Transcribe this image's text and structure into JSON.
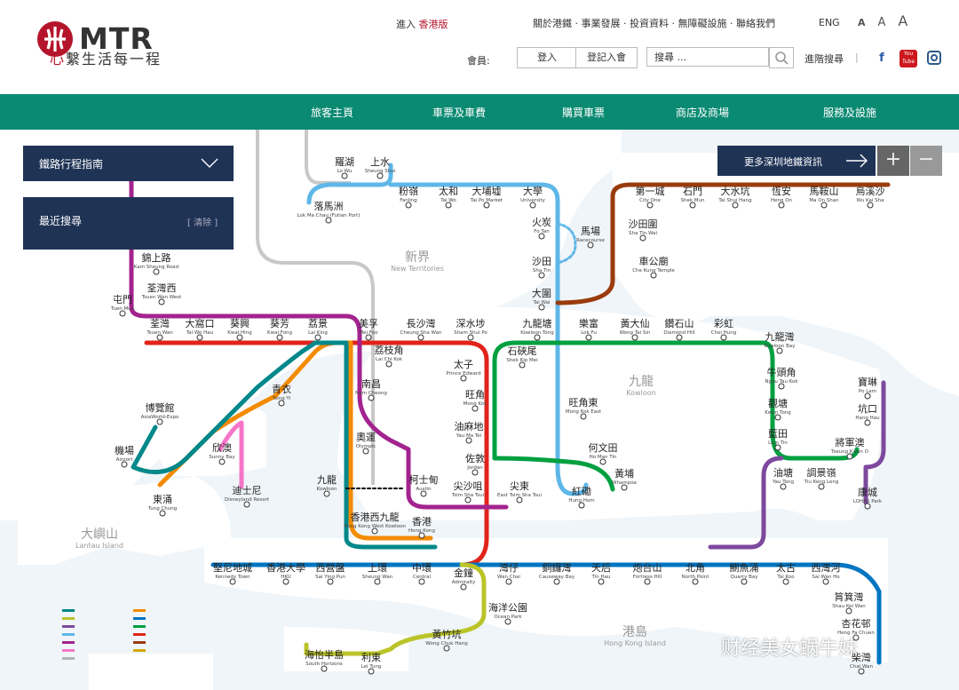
{
  "header": {
    "brand": "MTR",
    "slogan_accent": "心",
    "slogan_rest": "繫生活每一程",
    "lang_switch_prefix": "進入",
    "lang_switch_version": "香港版",
    "top_links": "關於港鐵 · 事業發展 · 投資資料 · 無障礙設施 · 聯絡我們",
    "lang_eng": "ENG",
    "font_sizes": [
      "A",
      "A",
      "A"
    ],
    "member_label": "會員:",
    "login_label": "登入",
    "register_label": "登記入會",
    "search_placeholder": "搜尋 ...",
    "advanced_search": "進階搜尋",
    "social": {
      "facebook": "f",
      "youtube": "You Tube",
      "instagram": "instagram-icon"
    }
  },
  "nav": {
    "items": [
      "旅客主頁",
      "車票及車費",
      "購買車票",
      "商店及商場",
      "服務及設施"
    ]
  },
  "panels": {
    "route_guide": "鐵路行程指南",
    "recent_search": "最近搜尋",
    "clear": "[ 清除 ]",
    "shenzhen": "更多深圳地鐵資訊",
    "zoom_in": "+",
    "zoom_out": "−"
  },
  "colors": {
    "brand_red": "#b5152b",
    "nav_green": "#0b8a72",
    "panel_navy": "#1f3355",
    "east_rail": "#5eb7e8",
    "tsuen_wan": "#e2231a",
    "kwun_tong": "#00a040",
    "island": "#0075c2",
    "tung_chung": "#f38b00",
    "tseung_kwan_o": "#7d499d",
    "west_rail": "#a3238f",
    "ma_on_shan": "#9a3b0c",
    "disneyland": "#f575c9",
    "airport_express": "#00888a",
    "south_island": "#bac429",
    "light_rail": "#d3a809",
    "high_speed": "#b3b3b3"
  },
  "map": {
    "region_labels": [
      {
        "zh": "新界",
        "en": "New Territories"
      },
      {
        "zh": "九龍",
        "en": "Kowloon"
      },
      {
        "zh": "大嶼山",
        "en": "Lantau Island"
      },
      {
        "zh": "港島",
        "en": "Hong Kong Island"
      }
    ],
    "stations": [
      {
        "zh": "羅湖",
        "en": "Lo Wu"
      },
      {
        "zh": "上水",
        "en": "Sheung Shui"
      },
      {
        "zh": "粉嶺",
        "en": "Fanling"
      },
      {
        "zh": "太和",
        "en": "Tai Wo"
      },
      {
        "zh": "大埔墟",
        "en": "Tai Po Market"
      },
      {
        "zh": "大學",
        "en": "University"
      },
      {
        "zh": "落馬洲",
        "en": "Lok Ma Chau (Futian Port)"
      },
      {
        "zh": "火炭",
        "en": "Fo Tan"
      },
      {
        "zh": "馬場",
        "en": "Racecourse"
      },
      {
        "zh": "沙田",
        "en": "Sha Tin"
      },
      {
        "zh": "大圍",
        "en": "Tai Wai"
      },
      {
        "zh": "第一城",
        "en": "City One"
      },
      {
        "zh": "石門",
        "en": "Shek Mun"
      },
      {
        "zh": "大水坑",
        "en": "Tai Shui Hang"
      },
      {
        "zh": "恆安",
        "en": "Heng On"
      },
      {
        "zh": "馬鞍山",
        "en": "Ma On Shan"
      },
      {
        "zh": "烏溪沙",
        "en": "Wu Kai Sha"
      },
      {
        "zh": "沙田圍",
        "en": "Sha Tin Wai"
      },
      {
        "zh": "車公廟",
        "en": "Che Kung Temple"
      },
      {
        "zh": "錦上路",
        "en": "Kam Sheung Road"
      },
      {
        "zh": "荃灣西",
        "en": "Tsuen Wan West"
      },
      {
        "zh": "屯門",
        "en": "Tuen Mun"
      },
      {
        "zh": "荃灣",
        "en": "Tsuen Wan"
      },
      {
        "zh": "大窩口",
        "en": "Tai Wo Hau"
      },
      {
        "zh": "葵興",
        "en": "Kwai Hing"
      },
      {
        "zh": "葵芳",
        "en": "Kwai Fong"
      },
      {
        "zh": "荔景",
        "en": "Lai King"
      },
      {
        "zh": "美孚",
        "en": "Mei Foo"
      },
      {
        "zh": "長沙灣",
        "en": "Cheung Sha Wan"
      },
      {
        "zh": "深水埗",
        "en": "Sham Shui Po"
      },
      {
        "zh": "九龍塘",
        "en": "Kowloon Tong"
      },
      {
        "zh": "樂富",
        "en": "Lok Fu"
      },
      {
        "zh": "黃大仙",
        "en": "Wong Tai Sin"
      },
      {
        "zh": "鑽石山",
        "en": "Diamond Hill"
      },
      {
        "zh": "彩虹",
        "en": "Choi Hung"
      },
      {
        "zh": "九龍灣",
        "en": "Kowloon Bay"
      },
      {
        "zh": "荔枝角",
        "en": "Lai Chi Kok"
      },
      {
        "zh": "石硤尾",
        "en": "Shek Kip Mei"
      },
      {
        "zh": "太子",
        "en": "Prince Edward"
      },
      {
        "zh": "牛頭角",
        "en": "Ngau Tau Kok"
      },
      {
        "zh": "觀塘",
        "en": "Kwun Tong"
      },
      {
        "zh": "藍田",
        "en": "Lam Tin"
      },
      {
        "zh": "寶琳",
        "en": "Po Lam"
      },
      {
        "zh": "坑口",
        "en": "Hang Hau"
      },
      {
        "zh": "將軍澳",
        "en": "Tseung Kwan O"
      },
      {
        "zh": "油塘",
        "en": "Yau Tong"
      },
      {
        "zh": "調景嶺",
        "en": "Tiu Keng Leng"
      },
      {
        "zh": "康城",
        "en": "LOHAS Park"
      },
      {
        "zh": "青衣",
        "en": "Tsing Yi"
      },
      {
        "zh": "南昌",
        "en": "Nam Cheong"
      },
      {
        "zh": "旺角",
        "en": "Mong Kok"
      },
      {
        "zh": "旺角東",
        "en": "Mong Kok East"
      },
      {
        "zh": "博覽館",
        "en": "AsiaWorld-Expo"
      },
      {
        "zh": "機場",
        "en": "Airport"
      },
      {
        "zh": "欣澳",
        "en": "Sunny Bay"
      },
      {
        "zh": "迪士尼",
        "en": "Disneyland Resort"
      },
      {
        "zh": "東涌",
        "en": "Tung Chung"
      },
      {
        "zh": "奧運",
        "en": "Olympic"
      },
      {
        "zh": "油麻地",
        "en": "Yau Ma Tei"
      },
      {
        "zh": "何文田",
        "en": "Ho Man Tin"
      },
      {
        "zh": "黃埔",
        "en": "Whampoa"
      },
      {
        "zh": "佐敦",
        "en": "Jordan"
      },
      {
        "zh": "柯士甸",
        "en": "Austin"
      },
      {
        "zh": "九龍",
        "en": "Kowloon"
      },
      {
        "zh": "尖沙咀",
        "en": "Tsim Sha Tsui"
      },
      {
        "zh": "尖東",
        "en": "East Tsim Sha Tsui"
      },
      {
        "zh": "紅磡",
        "en": "Hung Hom"
      },
      {
        "zh": "香港西九龍",
        "en": "Hong Kong West Kowloon"
      },
      {
        "zh": "香港",
        "en": "Hong Kong"
      },
      {
        "zh": "堅尼地城",
        "en": "Kennedy Town"
      },
      {
        "zh": "香港大學",
        "en": "HKU"
      },
      {
        "zh": "西營盤",
        "en": "Sai Ying Pun"
      },
      {
        "zh": "上環",
        "en": "Sheung Wan"
      },
      {
        "zh": "中環",
        "en": "Central"
      },
      {
        "zh": "金鐘",
        "en": "Admiralty"
      },
      {
        "zh": "灣仔",
        "en": "Wan Chai"
      },
      {
        "zh": "銅鑼灣",
        "en": "Causeway Bay"
      },
      {
        "zh": "天后",
        "en": "Tin Hau"
      },
      {
        "zh": "炮台山",
        "en": "Fortress Hill"
      },
      {
        "zh": "北角",
        "en": "North Point"
      },
      {
        "zh": "鰂魚涌",
        "en": "Quarry Bay"
      },
      {
        "zh": "太古",
        "en": "Tai Koo"
      },
      {
        "zh": "西灣河",
        "en": "Sai Wan Ho"
      },
      {
        "zh": "筲箕灣",
        "en": "Shau Kei Wan"
      },
      {
        "zh": "杏花邨",
        "en": "Heng Fa Chuen"
      },
      {
        "zh": "柴灣",
        "en": "Chai Wan"
      },
      {
        "zh": "海洋公園",
        "en": "Ocean Park"
      },
      {
        "zh": "黃竹坑",
        "en": "Wong Chuk Hang"
      },
      {
        "zh": "海怡半島",
        "en": "South Horizons"
      },
      {
        "zh": "利東",
        "en": "Lei Tung"
      }
    ]
  },
  "watermark": "财经美女蜗牛妹"
}
